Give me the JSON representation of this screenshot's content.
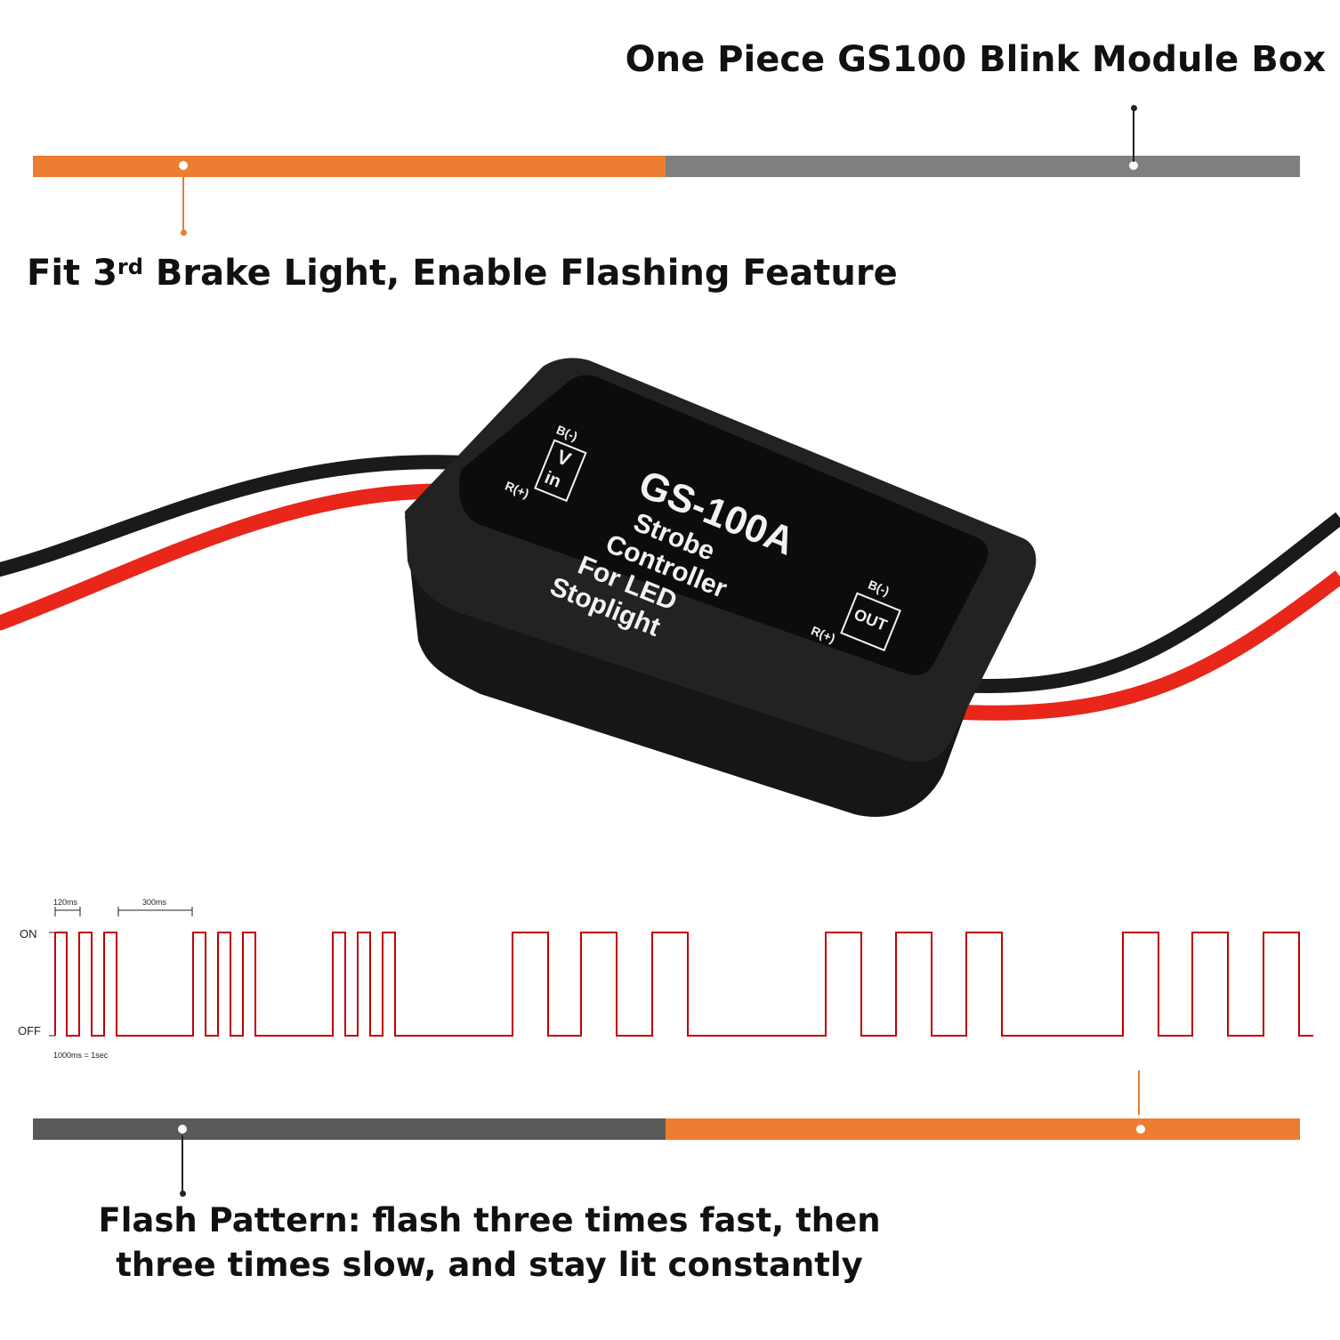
{
  "header": {
    "title": "One Piece GS100 Blink Module Box"
  },
  "feature": {
    "prefix": "Fit 3",
    "superscript": "rd",
    "suffix": " Brake Light, Enable Flashing Feature"
  },
  "module_label": {
    "model": "GS-100A",
    "line1": "Strobe",
    "line2": "Controller",
    "line3": "For LED",
    "line4": "Stoplight",
    "in_top": "B(-)",
    "in_letters": "V",
    "in_sub": "in",
    "in_bottom": "R(+)",
    "out_top": "B(-)",
    "out_word": "OUT",
    "out_bottom": "R(+)"
  },
  "waveform": {
    "label_on": "ON",
    "label_off": "OFF",
    "dim_fast": "120ms",
    "dim_slow": "300ms",
    "scale_note": "1000ms = 1sec"
  },
  "flash_pattern": {
    "line1": "Flash Pattern: flash three times fast, then",
    "line2": "three times slow, and stay lit constantly"
  },
  "colors": {
    "accent": "#ED7D31",
    "gray": "#7F7F7F",
    "dark_gray": "#595959",
    "signal": "#C00000",
    "wire_red": "#E8261A",
    "wire_black": "#1A1A1A"
  }
}
